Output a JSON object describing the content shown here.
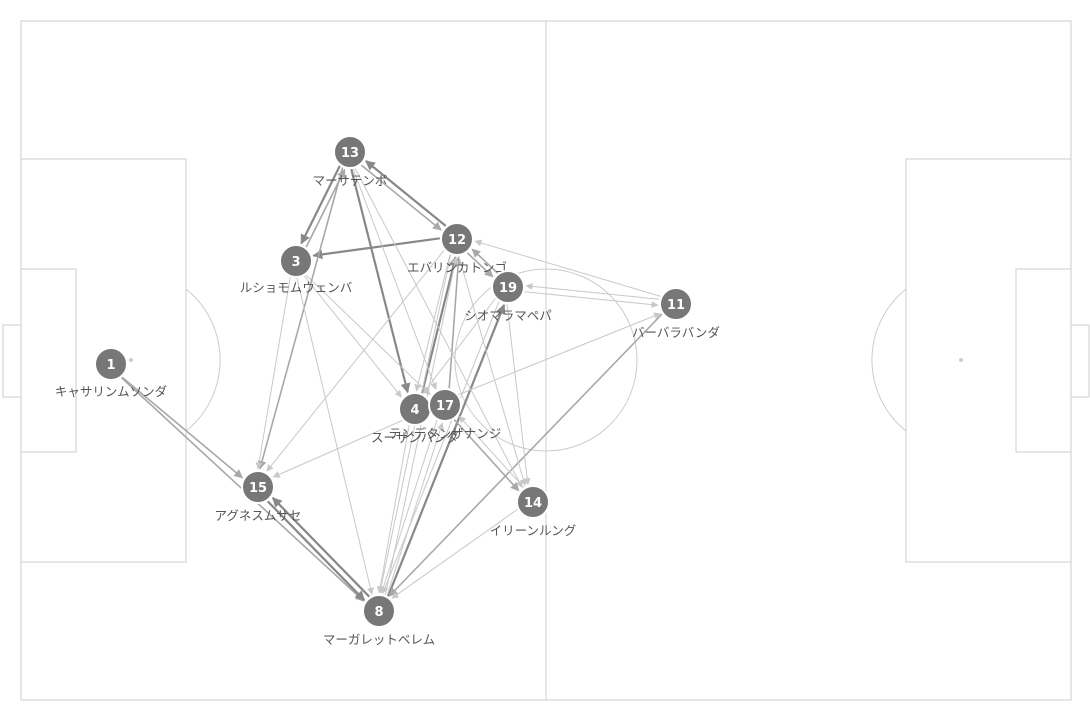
{
  "colors": {
    "pitch_line": "#cccccc",
    "node_fill": "#777777",
    "node_stroke": "#ffffff",
    "node_text": "#ffffff",
    "label_text": "#555555",
    "edge_light": "#c8c8c8",
    "edge_mid": "#a8a8a8",
    "edge_dark": "#888888"
  },
  "players": [
    {
      "id": "p1",
      "number": "1",
      "name": "キャサリンムソンダ"
    },
    {
      "id": "p3",
      "number": "3",
      "name": "ルショモムウェンバ"
    },
    {
      "id": "p4",
      "number": "4",
      "name": "スーザンバンダ"
    },
    {
      "id": "p8",
      "number": "8",
      "name": "マーガレットベレム"
    },
    {
      "id": "p11",
      "number": "11",
      "name": "バーバラバンダ"
    },
    {
      "id": "p12",
      "number": "12",
      "name": "エバリンカトンゴ"
    },
    {
      "id": "p13",
      "number": "13",
      "name": "マーサテンボ"
    },
    {
      "id": "p14",
      "number": "14",
      "name": "イリーンルング"
    },
    {
      "id": "p15",
      "number": "15",
      "name": "アグネスムサセ"
    },
    {
      "id": "p17",
      "number": "17",
      "name": "テンデタンザナンジ"
    },
    {
      "id": "p19",
      "number": "19",
      "name": "シオマラマペパ"
    }
  ],
  "passes": [
    {
      "from": "p1",
      "to": "p15",
      "weight": 2
    },
    {
      "from": "p1",
      "to": "p8",
      "weight": 2
    },
    {
      "from": "p15",
      "to": "p8",
      "weight": 3
    },
    {
      "from": "p8",
      "to": "p15",
      "weight": 3
    },
    {
      "from": "p13",
      "to": "p3",
      "weight": 3
    },
    {
      "from": "p3",
      "to": "p13",
      "weight": 2
    },
    {
      "from": "p12",
      "to": "p13",
      "weight": 3
    },
    {
      "from": "p13",
      "to": "p12",
      "weight": 2
    },
    {
      "from": "p12",
      "to": "p3",
      "weight": 3
    },
    {
      "from": "p13",
      "to": "p4",
      "weight": 3
    },
    {
      "from": "p4",
      "to": "p12",
      "weight": 3
    },
    {
      "from": "p17",
      "to": "p12",
      "weight": 2
    },
    {
      "from": "p8",
      "to": "p19",
      "weight": 3
    },
    {
      "from": "p19",
      "to": "p12",
      "weight": 2
    },
    {
      "from": "p12",
      "to": "p19",
      "weight": 2
    },
    {
      "from": "p11",
      "to": "p19",
      "weight": 1
    },
    {
      "from": "p19",
      "to": "p11",
      "weight": 1
    },
    {
      "from": "p11",
      "to": "p12",
      "weight": 1
    },
    {
      "from": "p11",
      "to": "p8",
      "weight": 2
    },
    {
      "from": "p4",
      "to": "p11",
      "weight": 1
    },
    {
      "from": "p17",
      "to": "p14",
      "weight": 2
    },
    {
      "from": "p13",
      "to": "p14",
      "weight": 1
    },
    {
      "from": "p3",
      "to": "p4",
      "weight": 1
    },
    {
      "from": "p3",
      "to": "p17",
      "weight": 1
    },
    {
      "from": "p13",
      "to": "p15",
      "weight": 2
    },
    {
      "from": "p3",
      "to": "p15",
      "weight": 1
    },
    {
      "from": "p12",
      "to": "p15",
      "weight": 1
    },
    {
      "from": "p17",
      "to": "p15",
      "weight": 1
    },
    {
      "from": "p3",
      "to": "p8",
      "weight": 1
    },
    {
      "from": "p4",
      "to": "p8",
      "weight": 1
    },
    {
      "from": "p17",
      "to": "p8",
      "weight": 1
    },
    {
      "from": "p12",
      "to": "p8",
      "weight": 1
    },
    {
      "from": "p19",
      "to": "p8",
      "weight": 1
    },
    {
      "from": "p14",
      "to": "p8",
      "weight": 1
    },
    {
      "from": "p8",
      "to": "p17",
      "weight": 1
    },
    {
      "from": "p8",
      "to": "p12",
      "weight": 1
    },
    {
      "from": "p19",
      "to": "p14",
      "weight": 1
    },
    {
      "from": "p12",
      "to": "p14",
      "weight": 1
    },
    {
      "from": "p14",
      "to": "p17",
      "weight": 1
    },
    {
      "from": "p19",
      "to": "p4",
      "weight": 1
    },
    {
      "from": "p13",
      "to": "p17",
      "weight": 1
    },
    {
      "from": "p12",
      "to": "p4",
      "weight": 1
    }
  ]
}
